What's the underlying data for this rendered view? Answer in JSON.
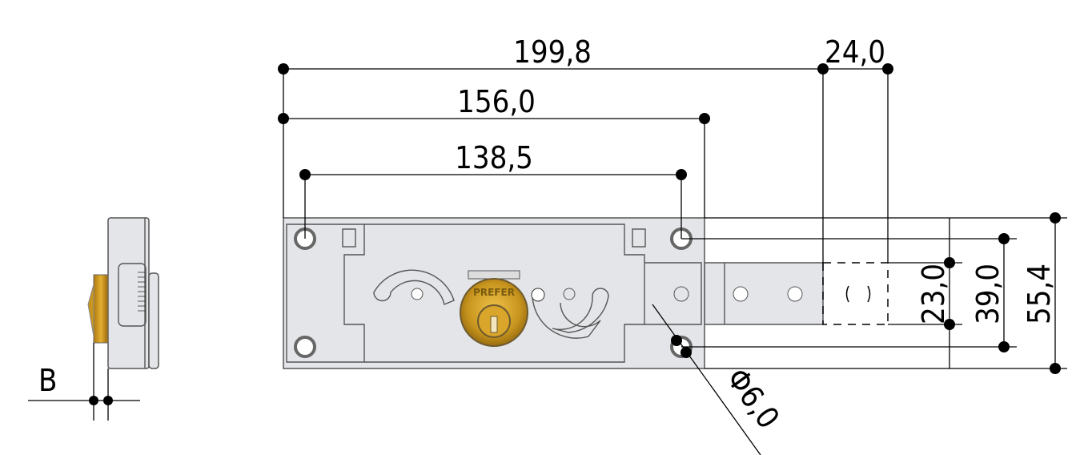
{
  "dimensions": {
    "overall_length": "199,8",
    "bolt_throw": "24,0",
    "case_length": "156,0",
    "hole_spacing": "138,5",
    "bolt_height": "23,0",
    "hole_vertical_spacing": "39,0",
    "case_height": "55,4",
    "hole_diameter": "Φ6,0",
    "backset_label": "B"
  },
  "cylinder_brand": "PREFER",
  "colors": {
    "case": "#e3e5e8",
    "brass": "#c8961e",
    "line": "#000000"
  }
}
